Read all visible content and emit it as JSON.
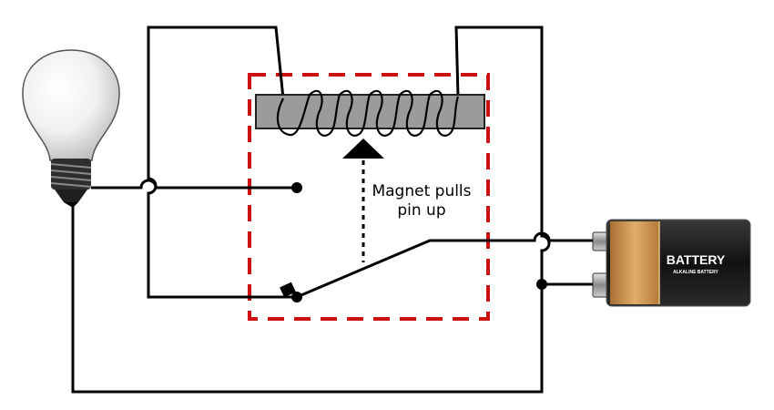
{
  "diagram": {
    "annotation": {
      "line1": "Magnet pulls",
      "line2": "pin up"
    },
    "battery": {
      "label": "BATTERY",
      "sublabel": "ALKALINE BATTERY"
    },
    "colors": {
      "relay_outline": "#cc1111",
      "core": "#9b9b9b",
      "wire": "#000000",
      "battery_body": "#1a1a1a",
      "battery_band": "#c8934f"
    },
    "icons": [
      "light-bulb-icon",
      "battery-icon"
    ]
  }
}
